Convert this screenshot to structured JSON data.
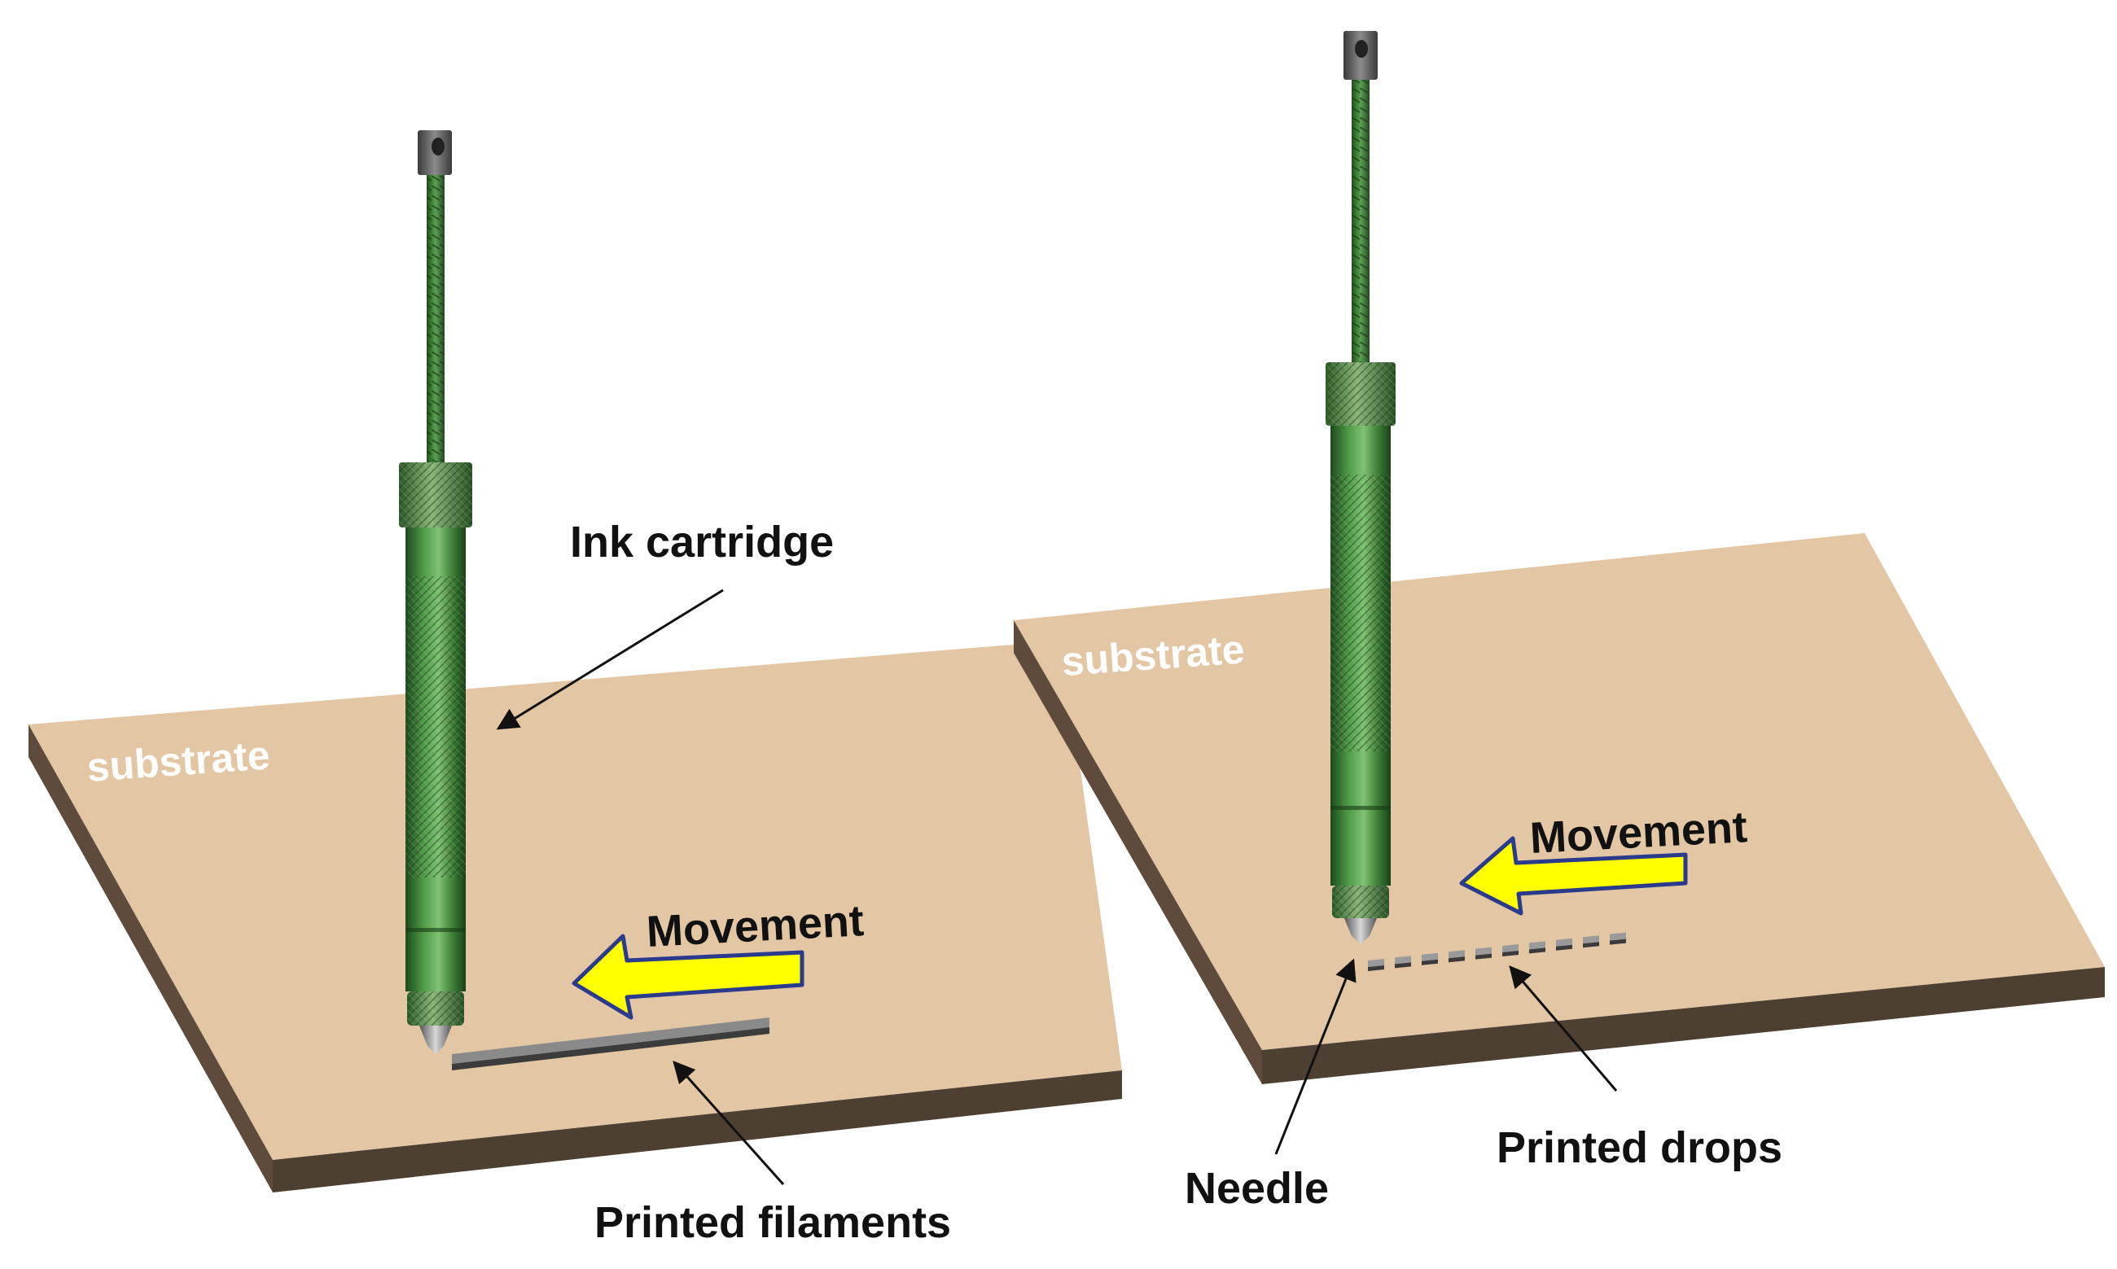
{
  "panels": [
    {
      "id": "filament",
      "substrate_label": "substrate",
      "ink_cartridge_label": "Ink cartridge",
      "movement_label": "Movement",
      "printed_label": "Printed filaments"
    },
    {
      "id": "drops",
      "substrate_label": "substrate",
      "movement_label": "Movement",
      "needle_label": "Needle",
      "printed_label": "Printed drops"
    }
  ],
  "colors": {
    "substrate_top": "#e3c7a4",
    "substrate_edge": "#4e3f33",
    "cartridge_green": "#3f8a3a",
    "cartridge_dark": "#1f4f1d",
    "arrow_fill": "#ffff00",
    "arrow_stroke": "#2a3a8c"
  }
}
